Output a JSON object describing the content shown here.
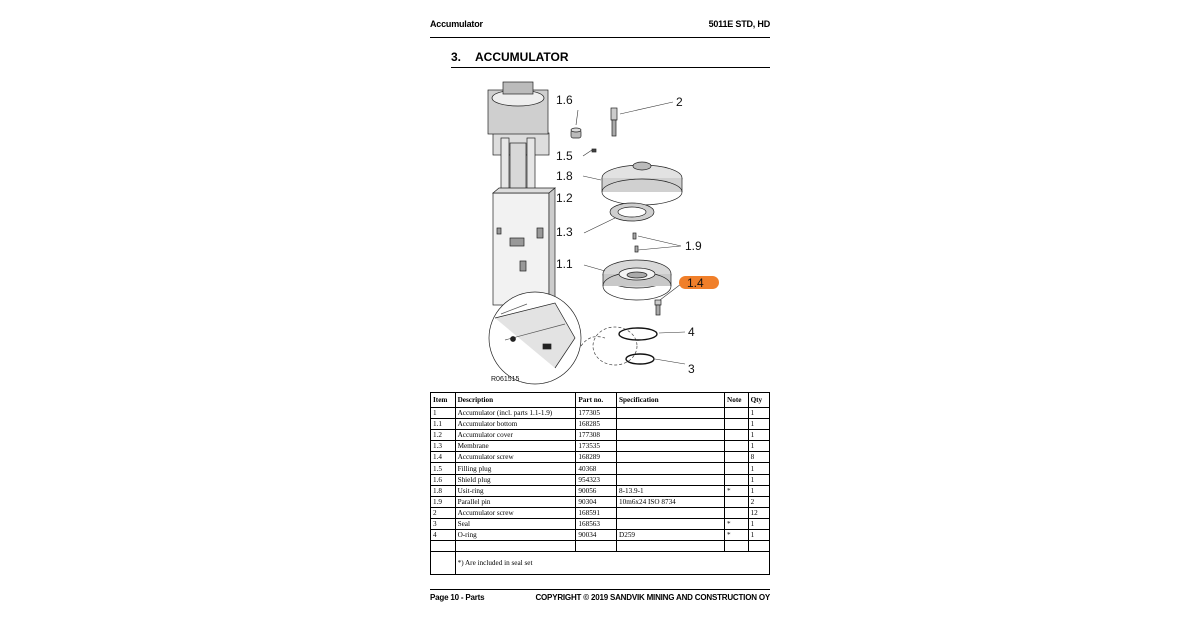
{
  "header": {
    "left": "Accumulator",
    "right": "5011E STD, HD"
  },
  "section": {
    "number": "3.",
    "title": "ACCUMULATOR"
  },
  "figure": {
    "callouts": [
      "1.6",
      "2",
      "1.5",
      "1.8",
      "1.2",
      "1.3",
      "1.9",
      "1.1",
      "1.4",
      "4",
      "3"
    ],
    "reference": "R061515",
    "highlight_color": "#F07F2A"
  },
  "table": {
    "headers": [
      "Item",
      "Description",
      "Part no.",
      "Specification",
      "Note",
      "Qty"
    ],
    "rows": [
      [
        "1",
        "Accumulator (incl. parts 1.1-1.9)",
        "177305",
        "",
        "",
        "1"
      ],
      [
        "1.1",
        "Accumulator bottom",
        "168285",
        "",
        "",
        "1"
      ],
      [
        "1.2",
        "Accumulator cover",
        "177308",
        "",
        "",
        "1"
      ],
      [
        "1.3",
        "Membrane",
        "173535",
        "",
        "",
        "1"
      ],
      [
        "1.4",
        "Accumulator screw",
        "168289",
        "",
        "",
        "8"
      ],
      [
        "1.5",
        "Filling plug",
        "40368",
        "",
        "",
        "1"
      ],
      [
        "1.6",
        "Shield plug",
        "954323",
        "",
        "",
        "1"
      ],
      [
        "1.8",
        "Usit-ring",
        "90056",
        "8-13.9-1",
        "*",
        "1"
      ],
      [
        "1.9",
        "Parallel pin",
        "90304",
        "10m6x24 ISO 8734",
        "",
        "2"
      ],
      [
        "2",
        "Accumulator screw",
        "168591",
        "",
        "",
        "12"
      ],
      [
        "3",
        "Seal",
        "168563",
        "",
        "*",
        "1"
      ],
      [
        "4",
        "O-ring",
        "90034",
        "D259",
        "*",
        "1"
      ]
    ],
    "footnote": "*) Are included in seal set"
  },
  "footer": {
    "left": "Page 10 - Parts",
    "right": "COPYRIGHT © 2019 SANDVIK MINING AND CONSTRUCTION OY"
  }
}
